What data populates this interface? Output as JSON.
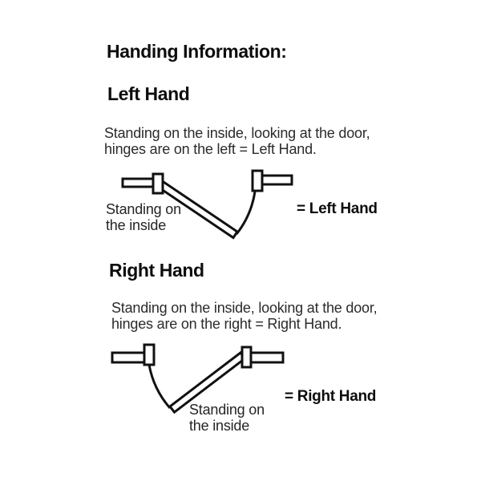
{
  "page": {
    "title": "Handing Information:",
    "background_color": "#ffffff",
    "ink_color": "#111111"
  },
  "left_section": {
    "heading": "Left Hand",
    "description_line1": "Standing on the inside, looking at the door,",
    "description_line2": "hinges are on the left = Left Hand.",
    "diagram": {
      "label_line1": "Standing on",
      "label_line2": "the inside",
      "result_label": "= Left Hand",
      "hinge_side": "left"
    }
  },
  "right_section": {
    "heading": "Right Hand",
    "description_line1": "Standing on the inside, looking at the door,",
    "description_line2": "hinges are on the right = Right Hand.",
    "diagram": {
      "label_line1": "Standing on",
      "label_line2": "the inside",
      "result_label": "= Right Hand",
      "hinge_side": "right"
    }
  }
}
